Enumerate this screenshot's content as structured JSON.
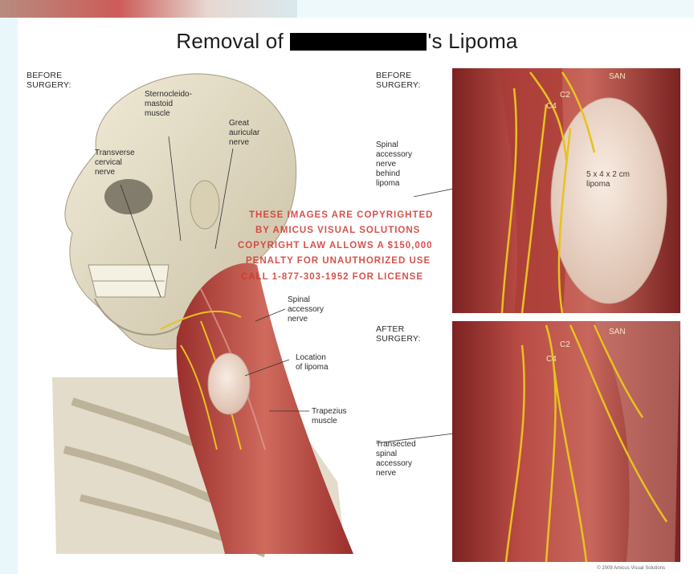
{
  "title": {
    "prefix": "Removal of",
    "suffix": "'s Lipoma"
  },
  "labels": {
    "before_surgery_left": "BEFORE\nSURGERY:",
    "sternocleidomastoid": "Sternocleido-\nmastoid\nmuscle",
    "great_auricular": "Great\nauricular\nnerve",
    "transverse_cervical": "Transverse\ncervical\nnerve",
    "spinal_accessory_left": "Spinal\naccessory\nnerve",
    "location_of_lipoma": "Location\nof lipoma",
    "trapezius": "Trapezius\nmuscle",
    "before_surgery_right": "BEFORE\nSURGERY:",
    "spinal_accessory_behind": "Spinal\naccessory\nnerve\nbehind\nlipoma",
    "lipoma_size": "5 x 4 x 2 cm\nlipoma",
    "after_surgery": "AFTER\nSURGERY:",
    "transected": "Transected\nspinal\naccessory\nnerve",
    "san_top": "SAN",
    "c2_top": "C2",
    "c4_top": "C4",
    "san_bottom": "SAN",
    "c2_bottom": "C2",
    "c4_bottom": "C4"
  },
  "watermark": [
    "THESE IMAGES ARE COPYRIGHTED",
    "BY AMICUS VISUAL SOLUTIONS",
    "COPYRIGHT LAW ALLOWS A $150,000",
    "PENALTY FOR UNAUTHORIZED USE",
    "CALL 1-877-303-1952 FOR LICENSE"
  ],
  "credit": "© 2009 Amicus Visual Solutions",
  "colors": {
    "muscle": "#b8403a",
    "muscle_dark": "#8e2a28",
    "nerve": "#e8c21e",
    "lipoma": "#efd9c9",
    "bone": "#e6dfc8",
    "watermark": "#d0352f"
  }
}
